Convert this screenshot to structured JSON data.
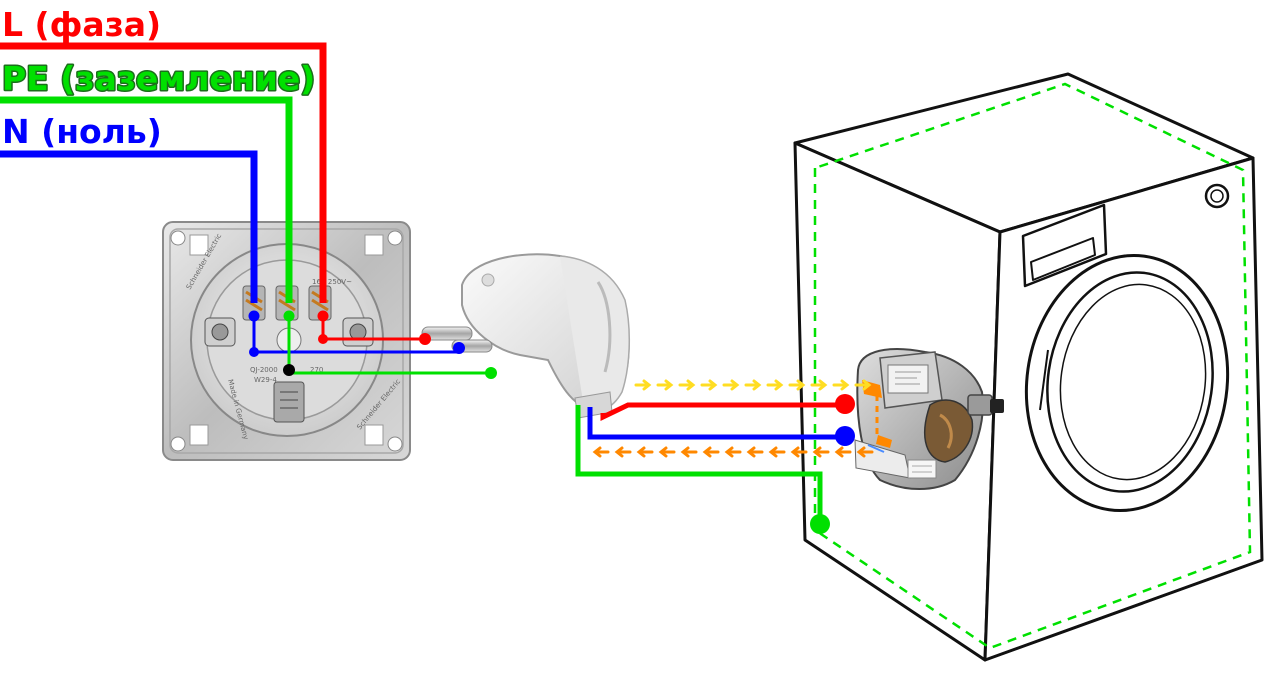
{
  "legend": {
    "phase": {
      "label": "L (фаза)",
      "color": "#ff0000"
    },
    "ground": {
      "label": "PE (заземление)",
      "color": "#00e000"
    },
    "neutral": {
      "label": "N (ноль)",
      "color": "#0000ff"
    }
  },
  "flow_color": "#ffdd22",
  "return_flow_color": "#ff8800",
  "socket": {
    "brand": "Schneider Electric",
    "made_in": "Made in Germany",
    "model": "QJ-2000",
    "code": "W29-4",
    "rating": "16A 250V~",
    "part": "270"
  }
}
